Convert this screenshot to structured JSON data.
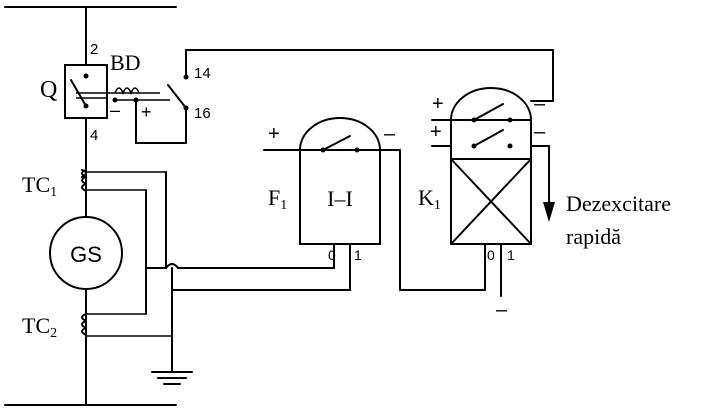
{
  "labels": {
    "q": "Q",
    "bd": "BD",
    "tc1_main": "TC",
    "tc1_sub": "1",
    "tc2_main": "TC",
    "tc2_sub": "2",
    "gs": "GS",
    "f1_main": "F",
    "f1_sub": "1",
    "relay_f1": "I–I",
    "k1_main": "K",
    "k1_sub": "1",
    "dezexcitare_line1": "Dezexcitare",
    "dezexcitare_line2": "rapidă"
  },
  "terminals": {
    "q_top": "2",
    "q_bottom": "4",
    "bd_upper": "14",
    "bd_lower": "16",
    "f1_left": "0",
    "f1_right": "1",
    "k1_left": "0",
    "k1_right": "1"
  },
  "polarity": {
    "plus": "+",
    "minus": "–"
  }
}
